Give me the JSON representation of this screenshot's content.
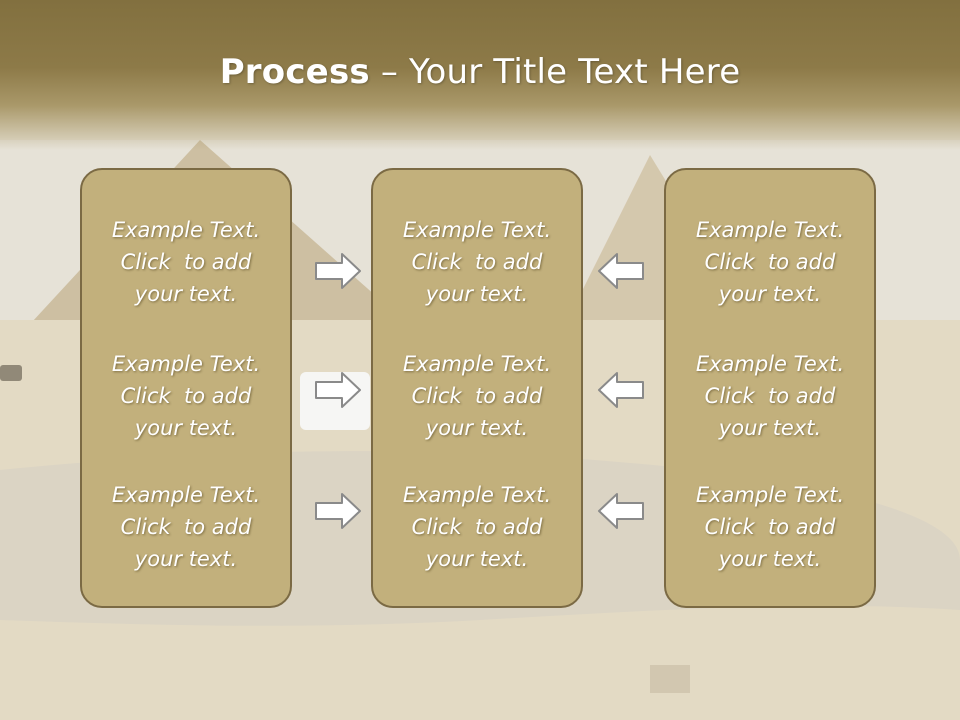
{
  "slide": {
    "title_bold": "Process",
    "title_rest": " – Your Title Text Here"
  },
  "columns": [
    {
      "items": [
        [
          "Example Text.",
          "Click  to add",
          "your text."
        ],
        [
          "Example Text.",
          "Click  to add",
          "your text."
        ],
        [
          "Example Text.",
          "Click  to add",
          "your text."
        ]
      ]
    },
    {
      "items": [
        [
          "Example Text.",
          "Click  to add",
          "your text."
        ],
        [
          "Example Text.",
          "Click  to add",
          "your text."
        ],
        [
          "Example Text.",
          "Click  to add",
          "your text."
        ]
      ]
    },
    {
      "items": [
        [
          "Example Text.",
          "Click  to add",
          "your text."
        ],
        [
          "Example Text.",
          "Click  to add",
          "your text."
        ],
        [
          "Example Text.",
          "Click  to add",
          "your text."
        ]
      ]
    }
  ],
  "arrows": {
    "left_group": "right-arrow-icon",
    "right_group": "left-arrow-icon"
  },
  "colors": {
    "header": "#82703f",
    "box_fill": "#c2b07c",
    "box_border": "#7b6a44",
    "text": "#ffffff"
  }
}
